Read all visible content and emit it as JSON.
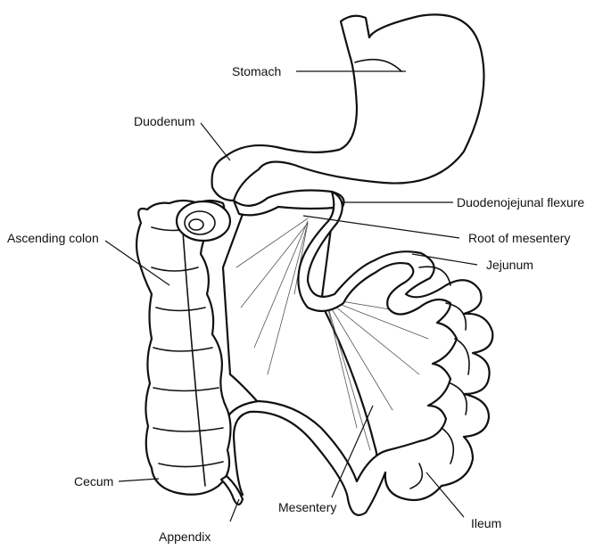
{
  "labels": {
    "stomach": "Stomach",
    "duodenum": "Duodenum",
    "duodenojejunal_flexure": "Duodenojejunal flexure",
    "root_of_mesentery": "Root of mesentery",
    "ascending_colon": "Ascending colon",
    "jejunum": "Jejunum",
    "cecum": "Cecum",
    "mesentery": "Mesentery",
    "appendix": "Appendix",
    "ileum": "Ileum"
  },
  "colors": {
    "ink": "#111111",
    "background": "#ffffff"
  }
}
